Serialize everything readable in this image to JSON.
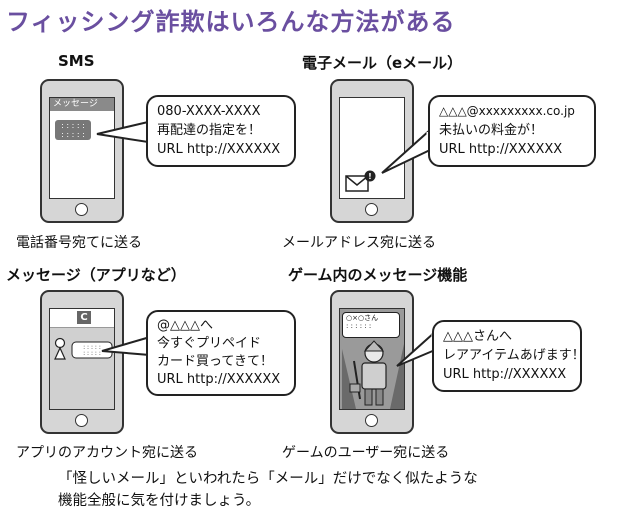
{
  "title": "フィッシング詐欺はいろんな方法がある",
  "sms": {
    "heading": "SMS",
    "screen_header": "メッセージ",
    "bubble": [
      "080-XXXX-XXXX",
      "再配達の指定を！",
      "URL http://XXXXXX"
    ],
    "caption": "電話番号宛てに送る"
  },
  "email": {
    "heading": "電子メール（eメール）",
    "badge": "!",
    "bubble": [
      "△△△@xxxxxxxxx.co.jp",
      "未払いの料金が！",
      "URL http://XXXXXX"
    ],
    "caption": "メールアドレス宛に送る"
  },
  "app": {
    "heading": "メッセージ（アプリなど）",
    "app_icon_letter": "C",
    "bubble": [
      "@△△△へ",
      "今すぐプリペイド",
      "カード買ってきて！",
      "URL http://XXXXXX"
    ],
    "caption": "アプリのアカウント宛に送る"
  },
  "game": {
    "heading": "ゲーム内のメッセージ機能",
    "in_game_bubble": "○×○さん",
    "bubble": [
      "△△△さんへ",
      "レアアイテムあげます！",
      "URL http://XXXXXX"
    ],
    "caption": "ゲームのユーザー宛に送る"
  },
  "footer": [
    "「怪しいメール」といわれたら「メール」だけでなく似たような",
    "機能全般に気を付けましょう。"
  ],
  "colors": {
    "title": "#6a4fa0",
    "phone": "#d6d6d6",
    "screen_dark": "#8a8a8a"
  }
}
